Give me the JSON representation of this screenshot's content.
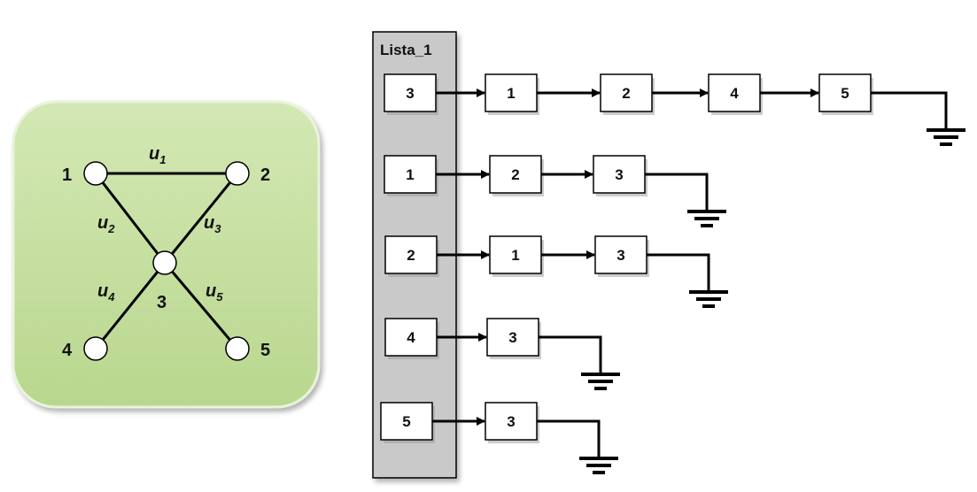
{
  "graph": {
    "nodes": [
      "1",
      "2",
      "3",
      "4",
      "5"
    ],
    "edges": [
      {
        "label": "u",
        "sub": "1"
      },
      {
        "label": "u",
        "sub": "2"
      },
      {
        "label": "u",
        "sub": "3"
      },
      {
        "label": "u",
        "sub": "4"
      },
      {
        "label": "u",
        "sub": "5"
      }
    ]
  },
  "adjacency": {
    "title": "Lista_1",
    "heads": [
      "3",
      "1",
      "2",
      "4",
      "5"
    ],
    "lists": [
      [
        "1",
        "2",
        "4",
        "5"
      ],
      [
        "2",
        "3"
      ],
      [
        "1",
        "3"
      ],
      [
        "3"
      ],
      [
        "3"
      ]
    ]
  },
  "colors": {
    "graph_panel": "#c6e0a2",
    "graph_panel_border": "#ffffff",
    "list_panel": "#c8c8c8",
    "box_fill": "#ffffff",
    "line": "#000000"
  }
}
